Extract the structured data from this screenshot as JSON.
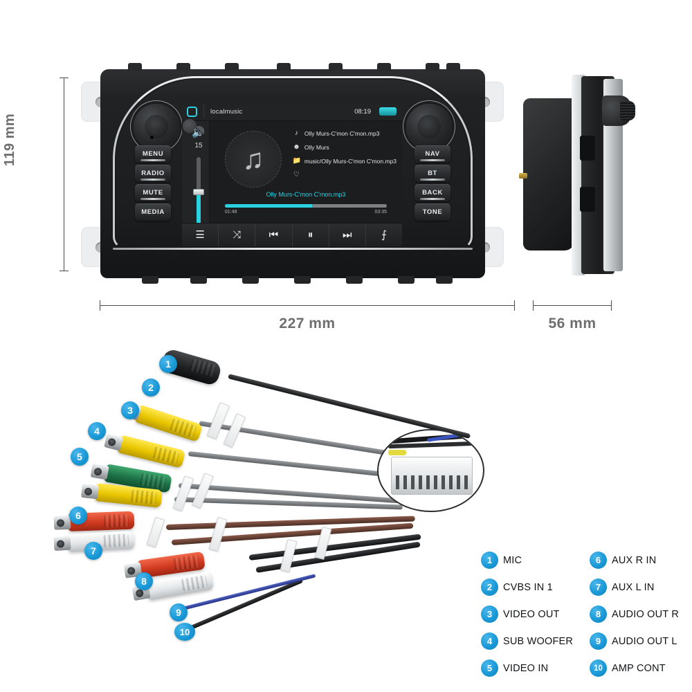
{
  "dimensions": {
    "height_label": "119 mm",
    "width_label": "227 mm",
    "depth_label": "56 mm"
  },
  "head_unit": {
    "left_buttons": [
      {
        "label": "MENU",
        "name": "menu"
      },
      {
        "label": "RADIO",
        "name": "radio"
      },
      {
        "label": "MUTE",
        "name": "mute"
      },
      {
        "label": "MEDIA",
        "name": "media"
      }
    ],
    "right_buttons": [
      {
        "label": "NAV",
        "name": "nav"
      },
      {
        "label": "BT",
        "name": "bt"
      },
      {
        "label": "BACK",
        "name": "back"
      },
      {
        "label": "TONE",
        "name": "tone"
      }
    ]
  },
  "screen": {
    "status_bar": {
      "source_title": "localmusic",
      "clock": "08:19",
      "home_icon": "home-icon",
      "battery_icon": "battery-icon"
    },
    "volume": {
      "icon": "speaker-icon",
      "level": "15"
    },
    "album_art_icon": "music-note-icon",
    "metadata": [
      {
        "icon": "music-note-icon",
        "text": "Olly Murs-C'mon C'mon.mp3"
      },
      {
        "icon": "person-icon",
        "text": "Olly Murs"
      },
      {
        "icon": "folder-icon",
        "text": "music/Olly Murs-C'mon C'mon.mp3"
      },
      {
        "icon": "heart-icon",
        "text": ""
      }
    ],
    "now_playing": "Olly Murs-C'mon C'mon.mp3",
    "progress": {
      "elapsed": "01:49",
      "total": "03:35",
      "percent": 54
    },
    "controls": [
      {
        "name": "playlist",
        "glyph": "☰"
      },
      {
        "name": "shuffle",
        "glyph": "⤨"
      },
      {
        "name": "previous-track",
        "glyph": "⏮"
      },
      {
        "name": "pause",
        "glyph": "⏸"
      },
      {
        "name": "next-track",
        "glyph": "⏭"
      },
      {
        "name": "equalizer",
        "glyph": "⨍"
      }
    ],
    "accent_color": "#2ad2e0",
    "background_color": "#1c1d1f"
  },
  "legend": {
    "badge_color": "#1a9ad8",
    "items": [
      {
        "number": "1",
        "label": "MIC"
      },
      {
        "number": "6",
        "label": "AUX R IN"
      },
      {
        "number": "2",
        "label": "CVBS IN 1"
      },
      {
        "number": "7",
        "label": "AUX L IN"
      },
      {
        "number": "3",
        "label": "VIDEO OUT"
      },
      {
        "number": "8",
        "label": "AUDIO OUT R"
      },
      {
        "number": "4",
        "label": "SUB WOOFER"
      },
      {
        "number": "9",
        "label": "AUDIO OUT L"
      },
      {
        "number": "5",
        "label": "VIDEO IN"
      },
      {
        "number": "10",
        "label": "AMP CONT"
      }
    ]
  },
  "harness_callouts": [
    {
      "number": "1",
      "connector": "mic-plug"
    },
    {
      "number": "2",
      "connector": "cvbs-in-1-rca"
    },
    {
      "number": "3",
      "connector": "video-out-rca"
    },
    {
      "number": "4",
      "connector": "sub-woofer-rca"
    },
    {
      "number": "5",
      "connector": "video-in-rca"
    },
    {
      "number": "6",
      "connector": "aux-r-in-rca"
    },
    {
      "number": "7",
      "connector": "aux-l-in-rca"
    },
    {
      "number": "8",
      "connector": "audio-out-r-rca"
    },
    {
      "number": "9",
      "connector": "audio-out-l-rca"
    },
    {
      "number": "10",
      "connector": "amp-cont-wire"
    }
  ]
}
